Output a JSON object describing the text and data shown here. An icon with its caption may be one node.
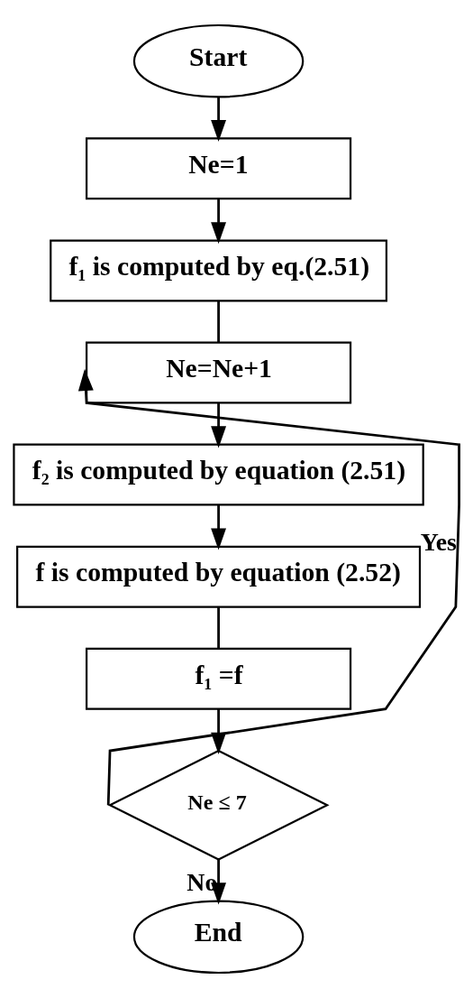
{
  "diagram": {
    "nodes": [
      {
        "text": [
          "Start"
        ]
      },
      {
        "text": [
          "Ne=1"
        ]
      },
      {
        "text": [
          "f₁ is computed by eq.(2.51)"
        ]
      },
      {
        "text": [
          "Ne=Ne+1"
        ]
      },
      {
        "text": [
          "f₂ is computed by equation (2.51)"
        ]
      },
      {
        "text": [
          "f is computed by equation (2.52)"
        ]
      },
      {
        "text": [
          "f₁ =f"
        ]
      },
      {
        "text": [
          "Ne ≤ 7"
        ]
      },
      {
        "text": [
          "End"
        ]
      }
    ],
    "edges": [
      {
        "from": 0,
        "to": 1,
        "arrow": "to"
      },
      {
        "from": 1,
        "to": 2,
        "arrow": "to"
      },
      {
        "from": 2,
        "to": 3,
        "arrow": "none"
      },
      {
        "from": 3,
        "to": 4,
        "arrow": "to"
      },
      {
        "from": 4,
        "to": 5,
        "arrow": "to"
      },
      {
        "from": 5,
        "to": 6,
        "arrow": "none"
      },
      {
        "from": 6,
        "to": 7,
        "arrow": "to"
      },
      {
        "from": 7,
        "to": 3,
        "arrow": "to",
        "label": "Yes"
      },
      {
        "from": 7,
        "to": 8,
        "arrow": "to",
        "label": "No"
      }
    ]
  }
}
